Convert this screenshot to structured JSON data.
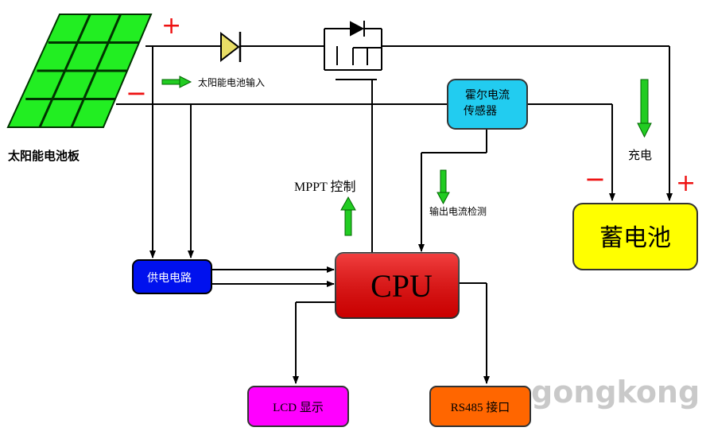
{
  "solar_panel": {
    "label": "太阳能电池板",
    "plus_sign": "+",
    "minus_sign": "−",
    "input_label": "太阳能电池输入"
  },
  "hall_sensor": {
    "line1": "霍尔电流",
    "line2": "传感器"
  },
  "battery": {
    "label": "蓄电池",
    "charge_label": "充电",
    "minus_sign": "−",
    "plus_sign": "+"
  },
  "cpu": {
    "label": "CPU"
  },
  "power_circuit": {
    "label": "供电电路"
  },
  "mppt": {
    "label": "MPPT 控制"
  },
  "output_detect": {
    "label": "输出电流检测"
  },
  "lcd": {
    "label": "LCD 显示"
  },
  "rs485": {
    "label": "RS485 接口"
  },
  "watermark": {
    "text": "gongkong"
  },
  "colors": {
    "panel_green": "#22ee22",
    "arrow_green": "#22cc22",
    "sign_red": "#ee1111",
    "sensor_blue": "#22ccf0",
    "battery_yellow": "#ffff00",
    "cpu_red": "#ee0000",
    "power_blue": "#0011ee",
    "lcd_magenta": "#ff00ff",
    "rs485_orange": "#ff6600",
    "diode_yellow": "#e8dd66"
  }
}
